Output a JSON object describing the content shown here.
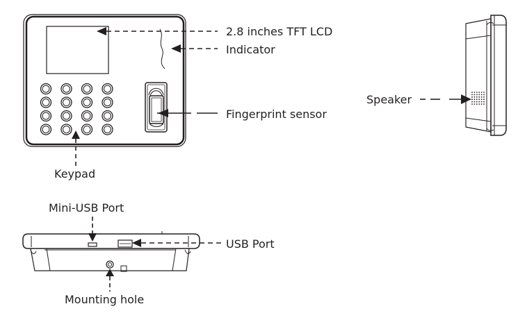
{
  "diagram": {
    "title": "",
    "front_view": {
      "callouts": [
        {
          "id": "lcd",
          "label": "2.8 inches TFT LCD"
        },
        {
          "id": "indicator",
          "label": "Indicator"
        },
        {
          "id": "fingerprint",
          "label": "Fingerprint sensor"
        },
        {
          "id": "keypad",
          "label": "Keypad"
        }
      ],
      "keypad": {
        "rows": 4,
        "cols": 4
      }
    },
    "side_view": {
      "callouts": [
        {
          "id": "speaker",
          "label": "Speaker"
        }
      ]
    },
    "bottom_view": {
      "callouts": [
        {
          "id": "mini_usb",
          "label": "Mini-USB Port"
        },
        {
          "id": "usb",
          "label": "USB Port"
        },
        {
          "id": "mounting_hole",
          "label": "Mounting hole"
        }
      ]
    },
    "colors": {
      "ink": "#231f20",
      "background": "#ffffff"
    }
  }
}
